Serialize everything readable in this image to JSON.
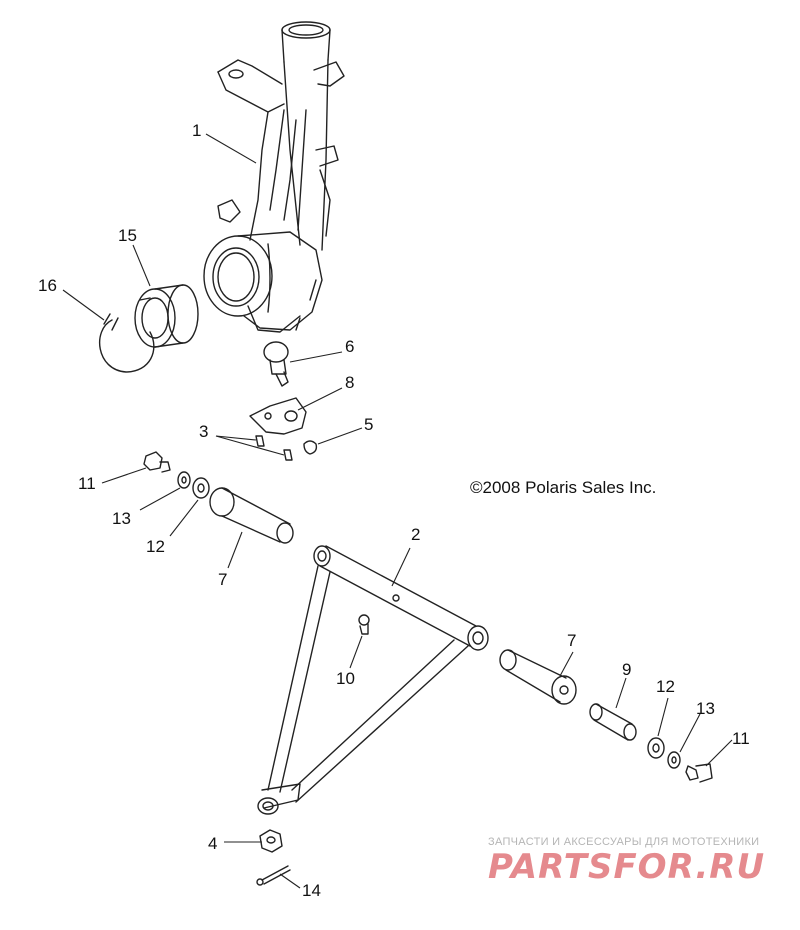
{
  "diagram": {
    "copyright": "©2008 Polaris Sales Inc.",
    "watermark_caption": "ЗАПЧАСТИ И АКСЕССУАРЫ ДЛЯ МОТОТЕХНИКИ",
    "watermark_logo": "PARTSFOR.RU",
    "callouts": {
      "c1": "1",
      "c15": "15",
      "c16": "16",
      "c6": "6",
      "c8": "8",
      "c3": "3",
      "c5": "5",
      "c11a": "11",
      "c13a": "13",
      "c12a": "12",
      "c7a": "7",
      "c2": "2",
      "c10": "10",
      "c7b": "7",
      "c9": "9",
      "c12b": "12",
      "c13b": "13",
      "c11b": "11",
      "c4": "4",
      "c14": "14"
    }
  }
}
